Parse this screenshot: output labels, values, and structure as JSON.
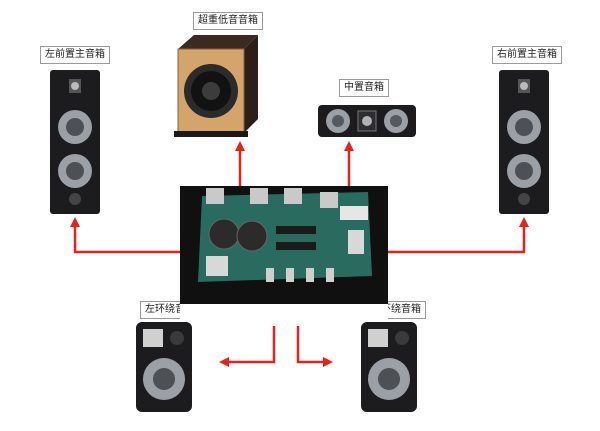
{
  "labels": {
    "subwoofer": "超重低音音箱",
    "front_left": "左前置主音箱",
    "center": "中置音箱",
    "front_right": "右前置主音箱",
    "surround_left": "左环绕音箱",
    "surround_right": "右环绕音箱"
  },
  "colors": {
    "arrow": "#e8221a",
    "speaker_body": "#1c1c1e",
    "woofer_cone": "#9aa0a6",
    "sub_cabinet": "#d3a56a",
    "pcb": "#2a6b5f"
  },
  "icons": [
    "speaker-icon",
    "subwoofer-icon",
    "amplifier-board-icon"
  ]
}
